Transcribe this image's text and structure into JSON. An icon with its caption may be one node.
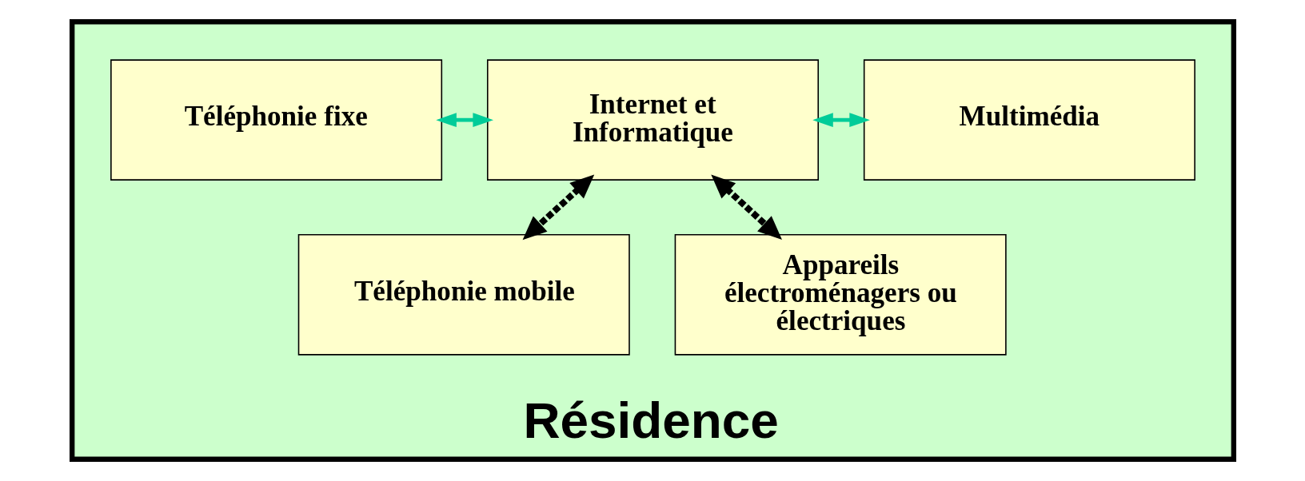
{
  "diagram": {
    "nodes": [
      {
        "text": [
          "Résidence"
        ]
      },
      {
        "text": [
          "Téléphonie fixe"
        ],
        "in": 0
      },
      {
        "text": [
          "Internet et Informatique"
        ],
        "in": 0
      },
      {
        "text": [
          "Multimédia"
        ],
        "in": 0
      },
      {
        "text": [
          "Téléphonie mobile"
        ],
        "in": 0
      },
      {
        "text": [
          "Appareils électroménagers ou électriques"
        ],
        "in": 0
      }
    ],
    "edges": [
      {
        "from": 1,
        "to": 2,
        "arrow": "both",
        "color": "#00cc99"
      },
      {
        "from": 2,
        "to": 3,
        "arrow": "both",
        "color": "#00cc99"
      },
      {
        "from": 2,
        "to": 4,
        "arrow": "both",
        "style": "dashed",
        "color": "#000000"
      },
      {
        "from": 2,
        "to": 5,
        "arrow": "both",
        "style": "dashed",
        "color": "#000000"
      }
    ]
  }
}
